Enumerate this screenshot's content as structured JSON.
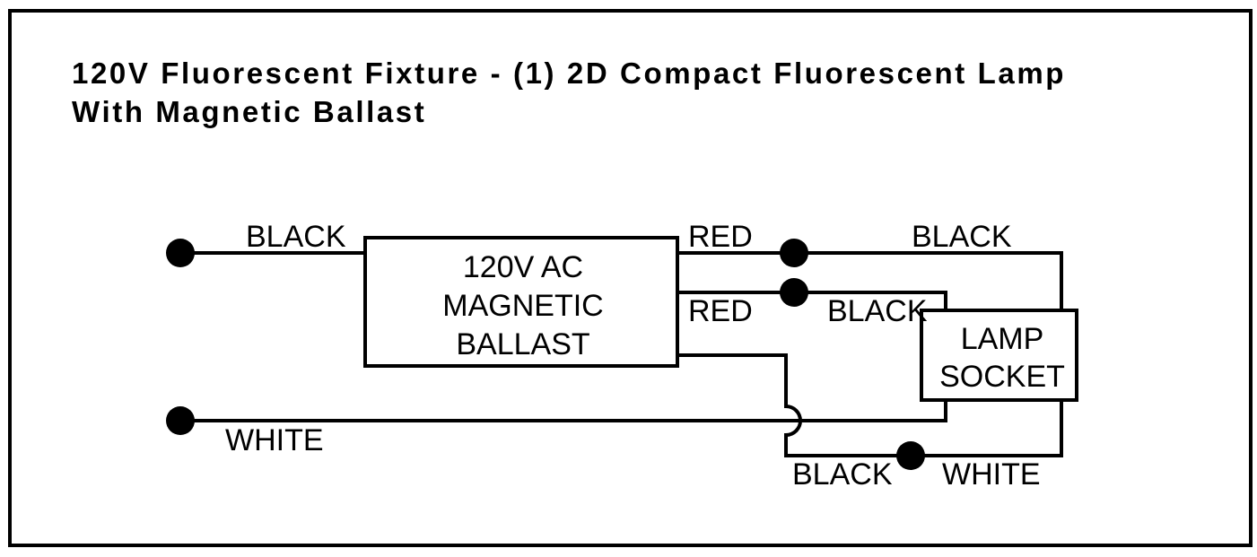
{
  "diagram": {
    "title_line1": "120V Fluorescent Fixture - (1) 2D Compact Fluorescent Lamp",
    "title_line2": "With Magnetic Ballast",
    "ballast": {
      "line1": "120V AC",
      "line2": "MAGNETIC",
      "line3": "BALLAST"
    },
    "lamp_socket": {
      "line1": "LAMP",
      "line2": "SOCKET"
    },
    "wire_labels": {
      "supply_black": "BLACK",
      "supply_white": "WHITE",
      "red_top": "RED",
      "red_bottom": "RED",
      "socket_black_top": "BLACK",
      "socket_black_middle": "BLACK",
      "ballast_black_bottom": "BLACK",
      "socket_white_bottom": "WHITE"
    },
    "colors": {
      "line": "#000000",
      "background": "#ffffff"
    }
  }
}
